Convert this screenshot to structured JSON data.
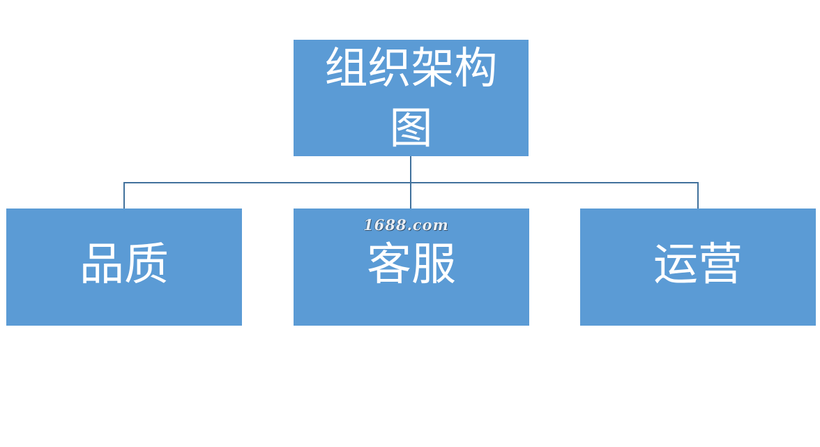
{
  "diagram": {
    "root": {
      "label": "组织架构图"
    },
    "children": [
      {
        "label": "品质"
      },
      {
        "label": "客服"
      },
      {
        "label": "运营"
      }
    ],
    "watermark": "1688.com",
    "colors": {
      "node_fill": "#5b9bd5",
      "node_text": "#ffffff",
      "connector": "#41719c"
    }
  }
}
